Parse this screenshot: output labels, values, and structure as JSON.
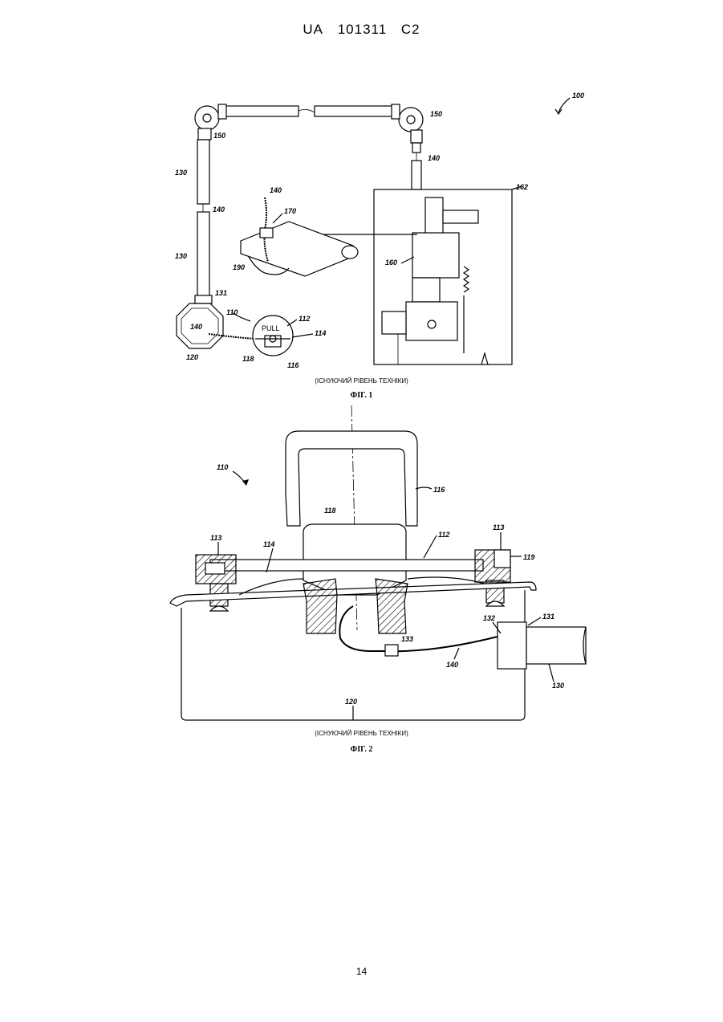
{
  "header": {
    "country": "UA",
    "number": "101311",
    "kind": "C2"
  },
  "figure1": {
    "caption": "(ІСНУЮЧИЙ РІВЕНЬ ТЕХНІКИ)",
    "title": "ФІГ. 1",
    "pull_label": "PULL",
    "refs": {
      "r100": "100",
      "r150a": "150",
      "r150b": "150",
      "r140a": "140",
      "r140b": "140",
      "r140c": "140",
      "r140d": "140",
      "r130a": "130",
      "r130b": "130",
      "r131": "131",
      "r162": "162",
      "r170": "170",
      "r190": "190",
      "r160": "160",
      "r110": "110",
      "r112": "112",
      "r114": "114",
      "r118": "118",
      "r116": "116",
      "r120": "120"
    }
  },
  "figure2": {
    "caption": "(ІСНУЮЧИЙ РІВЕНЬ ТЕХНІКИ)",
    "title": "ФІГ. 2",
    "refs": {
      "r110": "110",
      "r116": "116",
      "r118": "118",
      "r113a": "113",
      "r113b": "113",
      "r114": "114",
      "r112": "112",
      "r119": "119",
      "r131": "131",
      "r132": "132",
      "r133": "133",
      "r140": "140",
      "r130": "130",
      "r120": "120"
    }
  },
  "page_number": "14"
}
